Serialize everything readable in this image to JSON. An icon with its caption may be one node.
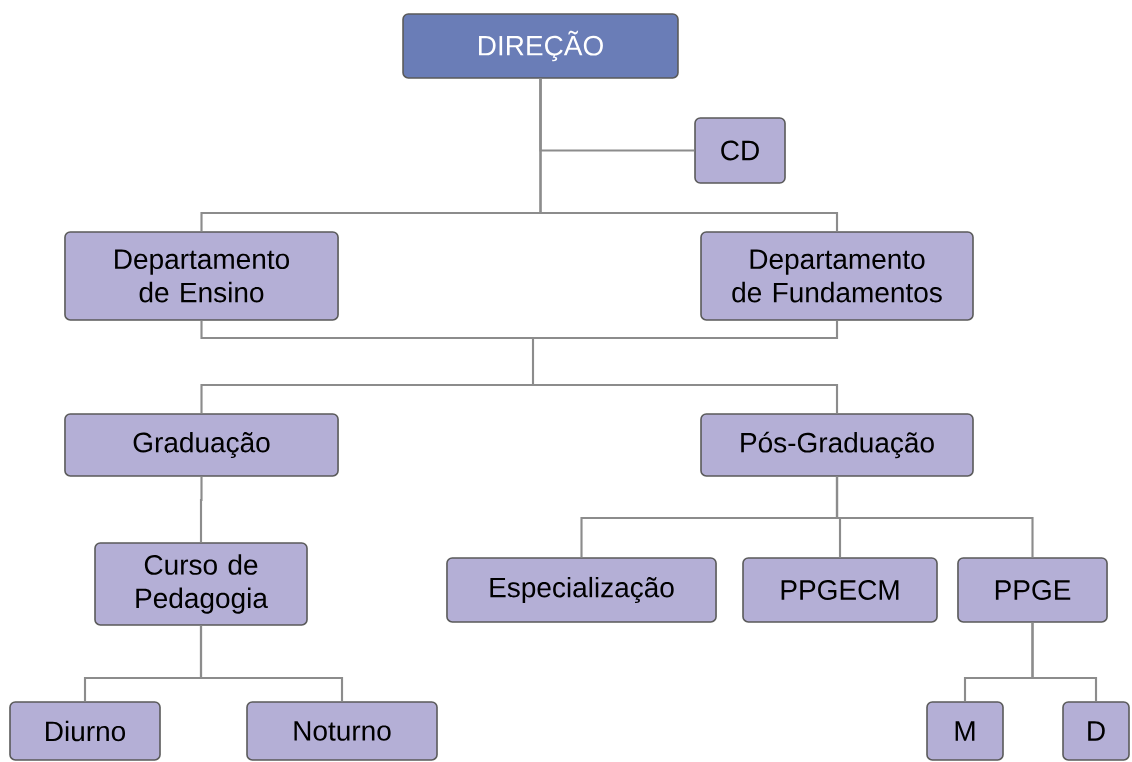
{
  "diagram": {
    "nodes": [
      {
        "text": [
          "DIREÇÃO"
        ]
      },
      {
        "text": [
          "CD"
        ]
      },
      {
        "text": [
          "Departamento de Ensino"
        ]
      },
      {
        "text": [
          "Departamento de Fundamentos"
        ]
      },
      {
        "text": [
          "Graduação"
        ]
      },
      {
        "text": [
          "Pós-Graduação"
        ]
      },
      {
        "text": [
          "Curso de Pedagogia"
        ]
      },
      {
        "text": [
          "Especialização"
        ]
      },
      {
        "text": [
          "PPGECM"
        ]
      },
      {
        "text": [
          "PPGE"
        ]
      },
      {
        "text": [
          "Diurno"
        ]
      },
      {
        "text": [
          "Noturno"
        ]
      },
      {
        "text": [
          "M"
        ]
      },
      {
        "text": [
          "D"
        ]
      }
    ],
    "edges": [
      {
        "from": 0,
        "to": 1,
        "arrow": "none"
      },
      {
        "from": 0,
        "to": 2,
        "arrow": "none"
      },
      {
        "from": 0,
        "to": 3,
        "arrow": "none"
      },
      {
        "from": 2,
        "to": 4,
        "arrow": "none"
      },
      {
        "from": 2,
        "to": 5,
        "arrow": "none"
      },
      {
        "from": 3,
        "to": 4,
        "arrow": "none"
      },
      {
        "from": 3,
        "to": 5,
        "arrow": "none"
      },
      {
        "from": 4,
        "to": 6,
        "arrow": "none"
      },
      {
        "from": 6,
        "to": 10,
        "arrow": "none"
      },
      {
        "from": 6,
        "to": 11,
        "arrow": "none"
      },
      {
        "from": 5,
        "to": 7,
        "arrow": "none"
      },
      {
        "from": 5,
        "to": 8,
        "arrow": "none"
      },
      {
        "from": 5,
        "to": 9,
        "arrow": "none"
      },
      {
        "from": 9,
        "to": 12,
        "arrow": "none"
      },
      {
        "from": 9,
        "to": 13,
        "arrow": "none"
      }
    ]
  }
}
